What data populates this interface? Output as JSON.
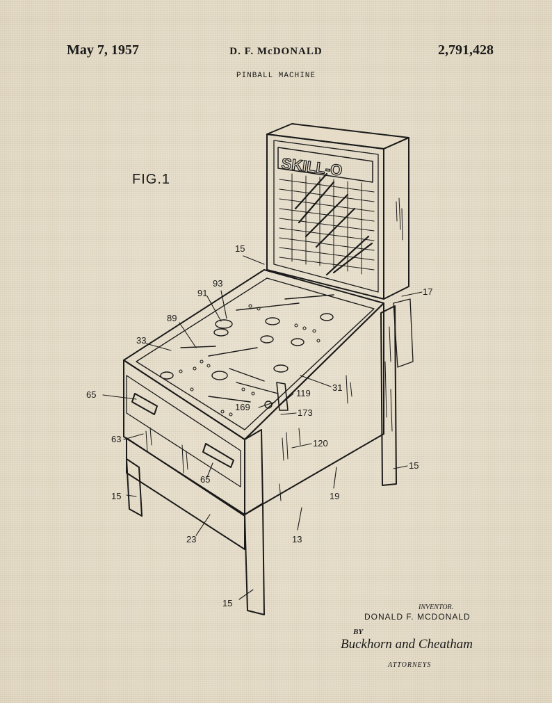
{
  "header": {
    "date": "May 7, 1957",
    "inventor": "D. F. McDONALD",
    "patent_number": "2,791,428",
    "title": "PINBALL MACHINE"
  },
  "figure": {
    "label": "FIG.1",
    "backbox_text": "SKILL-O",
    "reference_numerals": [
      "15",
      "91",
      "93",
      "89",
      "33",
      "17",
      "31",
      "65",
      "63",
      "169",
      "119",
      "173",
      "120",
      "65",
      "15",
      "15",
      "19",
      "23",
      "13",
      "15"
    ]
  },
  "footer": {
    "inventor_label": "INVENTOR.",
    "inventor_name": "DONALD F. MCDONALD",
    "by": "BY",
    "signature": "Buckhorn and Cheatham",
    "attorneys": "ATTORNEYS"
  }
}
